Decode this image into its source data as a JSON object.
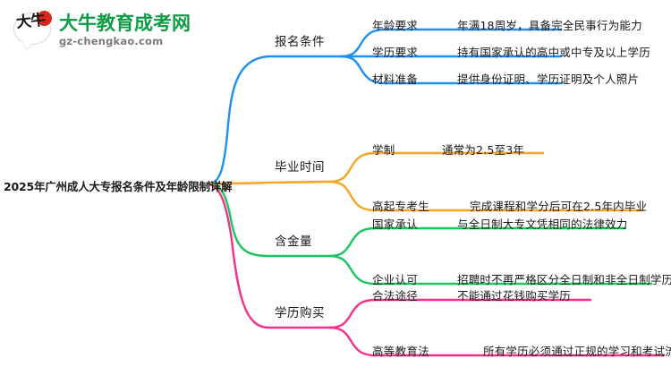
{
  "logo": {
    "mark_text": "大牛",
    "title": "大牛教育成考网",
    "subtitle": "gz-chengkao.com",
    "title_color": "#0f9b46",
    "mark_color": "#d9251d"
  },
  "mindmap": {
    "root": "2025年广州成人大专报名条件及年龄限制详解",
    "branches": [
      {
        "label": "报名条件",
        "color": "#1e90f0",
        "leaves": [
          {
            "label": "年龄要求",
            "desc": "年满18周岁，具备完全民事行为能力"
          },
          {
            "label": "学历要求",
            "desc": "持有国家承认的高中或中专及以上学历"
          },
          {
            "label": "材料准备",
            "desc": "提供身份证明、学历证明及个人照片"
          }
        ]
      },
      {
        "label": "毕业时间",
        "color": "#f5a623",
        "leaves": [
          {
            "label": "学制",
            "desc": "通常为2.5至3年"
          },
          {
            "label": "高起专考生",
            "desc": "完成课程和学分后可在2.5年内毕业"
          }
        ]
      },
      {
        "label": "含金量",
        "color": "#1dc濾"
      },
      {
        "label": "学历购买",
        "color": "#f5308a"
      }
    ],
    "branch_green": {
      "label": "含金量",
      "color": "#16c760",
      "leaves": [
        {
          "label": "国家承认",
          "desc": "与全日制大专文凭相同的法律效力"
        },
        {
          "label": "企业认可",
          "desc": "招聘时不再严格区分全日制和非全日制学历"
        }
      ]
    },
    "branch_pink": {
      "label": "学历购买",
      "color": "#f5308a",
      "leaves": [
        {
          "label": "合法途径",
          "desc": "不能通过花钱购买学历"
        },
        {
          "label": "高等教育法",
          "desc": "所有学历必须通过正规的学习和考试流程获得"
        }
      ]
    }
  }
}
